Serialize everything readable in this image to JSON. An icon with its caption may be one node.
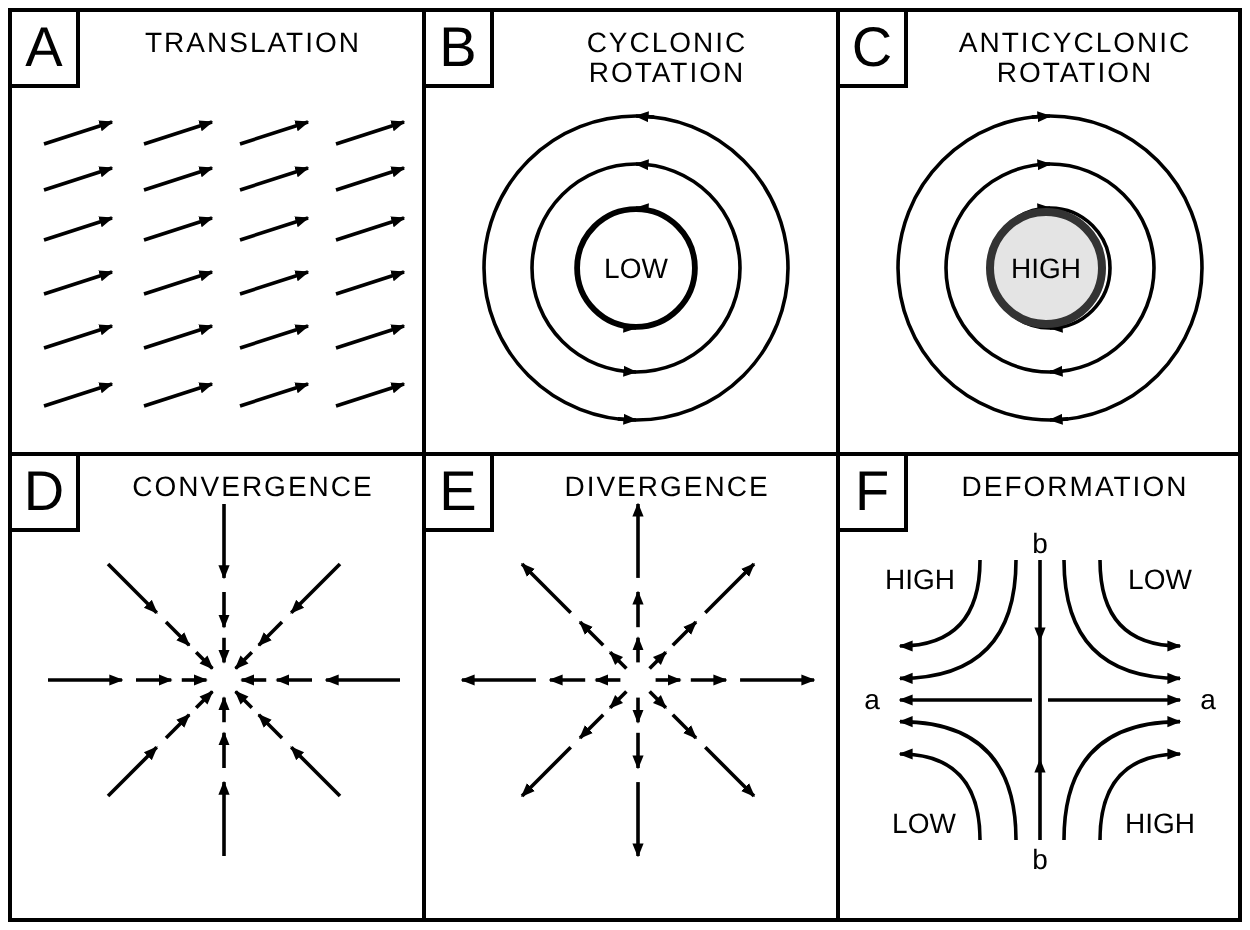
{
  "diagram": {
    "nodes": [
      {
        "text": [
          "TRANSLATION"
        ]
      },
      {
        "text": [
          "A"
        ],
        "in": 0
      },
      {
        "text": [
          "CYCLONIC ROTATION"
        ]
      },
      {
        "text": [
          "B"
        ],
        "in": 2
      },
      {
        "text": [
          "LOW"
        ],
        "in": 2
      },
      {
        "text": [
          "ANTICYCLONIC ROTATION"
        ]
      },
      {
        "text": [
          "C"
        ],
        "in": 5
      },
      {
        "text": [
          "HIGH"
        ],
        "in": 5
      },
      {
        "text": [
          "CONVERGENCE"
        ]
      },
      {
        "text": [
          "D"
        ],
        "in": 8
      },
      {
        "text": [
          "DIVERGENCE"
        ]
      },
      {
        "text": [
          "E"
        ],
        "in": 10
      },
      {
        "text": [
          "DEFORMATION"
        ]
      },
      {
        "text": [
          "F"
        ],
        "in": 12
      }
    ],
    "labels": [
      "b",
      "HIGH",
      "LOW",
      "a",
      "a",
      "LOW",
      "HIGH",
      "b"
    ]
  }
}
